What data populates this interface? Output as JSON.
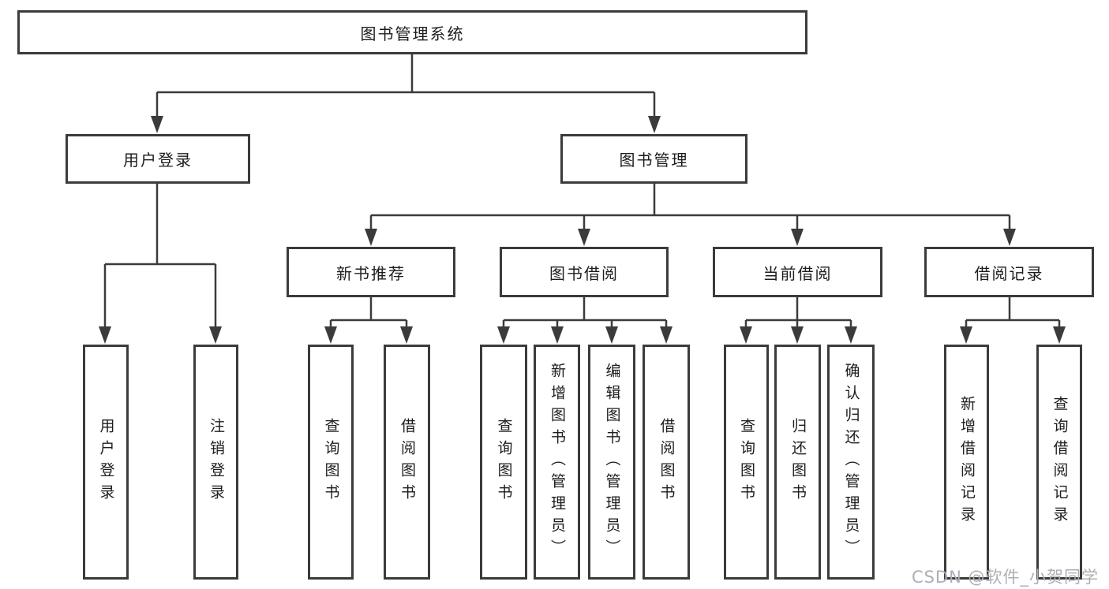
{
  "tree": {
    "root": {
      "label": "图书管理系统",
      "children": [
        {
          "label": "用户登录",
          "children": [
            {
              "label": "用户登录"
            },
            {
              "label": "注销登录"
            }
          ]
        },
        {
          "label": "图书管理",
          "children": [
            {
              "label": "新书推荐",
              "children": [
                {
                  "label": "查询图书"
                },
                {
                  "label": "借阅图书"
                }
              ]
            },
            {
              "label": "图书借阅",
              "children": [
                {
                  "label": "查询图书"
                },
                {
                  "label": "新增图书（管理员）"
                },
                {
                  "label": "编辑图书（管理员）"
                },
                {
                  "label": "借阅图书"
                }
              ]
            },
            {
              "label": "当前借阅",
              "children": [
                {
                  "label": "查询图书"
                },
                {
                  "label": "归还图书"
                },
                {
                  "label": "确认归还（管理员）"
                }
              ]
            },
            {
              "label": "借阅记录",
              "children": [
                {
                  "label": "新增借阅记录"
                },
                {
                  "label": "查询借阅记录"
                }
              ]
            }
          ]
        }
      ]
    }
  },
  "watermark": {
    "text": "CSDN @软件_小贺同学"
  },
  "colors": {
    "line": "#3b3b3b",
    "box_border": "#3b3b3b",
    "box_fill": "#ffffff",
    "text": "#1d1d1d",
    "watermark": "#aeaeb6",
    "background": "#ffffff"
  }
}
